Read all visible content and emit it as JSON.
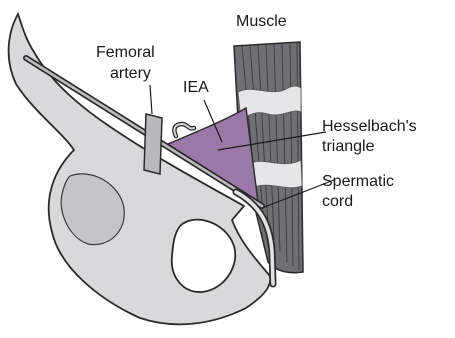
{
  "labels": {
    "muscle": "Muscle",
    "femoral_line1": "Femoral",
    "femoral_line2": "artery",
    "iea": "IEA",
    "hesselbach_line1": "Hesselbach's",
    "hesselbach_line2": "triangle",
    "spermatic_line1": "Spermatic",
    "spermatic_line2": "cord"
  },
  "colors": {
    "bone": "#d9d9dc",
    "outline": "#2a2a2a",
    "triangle": "#9a78a8",
    "muscle_light": "#e6e6e8"
  }
}
